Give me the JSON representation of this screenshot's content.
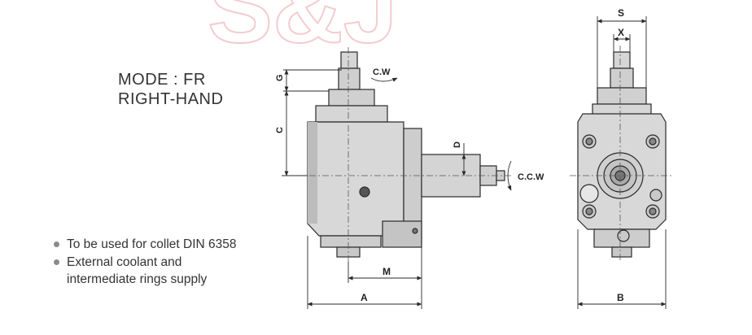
{
  "watermark": {
    "text": "S&J",
    "color": "#f4c9cc"
  },
  "mode": {
    "line1": "MODE : FR",
    "line2": "RIGHT-HAND"
  },
  "notes": {
    "item1": "To be used for collet DIN 6358",
    "item2_line1": "External coolant and",
    "item2_line2": "intermediate rings supply"
  },
  "dimensions": {
    "A": "A",
    "B": "B",
    "C": "C",
    "D": "D",
    "G": "G",
    "M": "M",
    "S": "S",
    "X": "X"
  },
  "rotation": {
    "cw": "C.W",
    "ccw": "C.C.W"
  },
  "colors": {
    "body_fill": "#d6d6d6",
    "shadow_fill": "#b9b9b9",
    "line": "#2a2a2a"
  }
}
